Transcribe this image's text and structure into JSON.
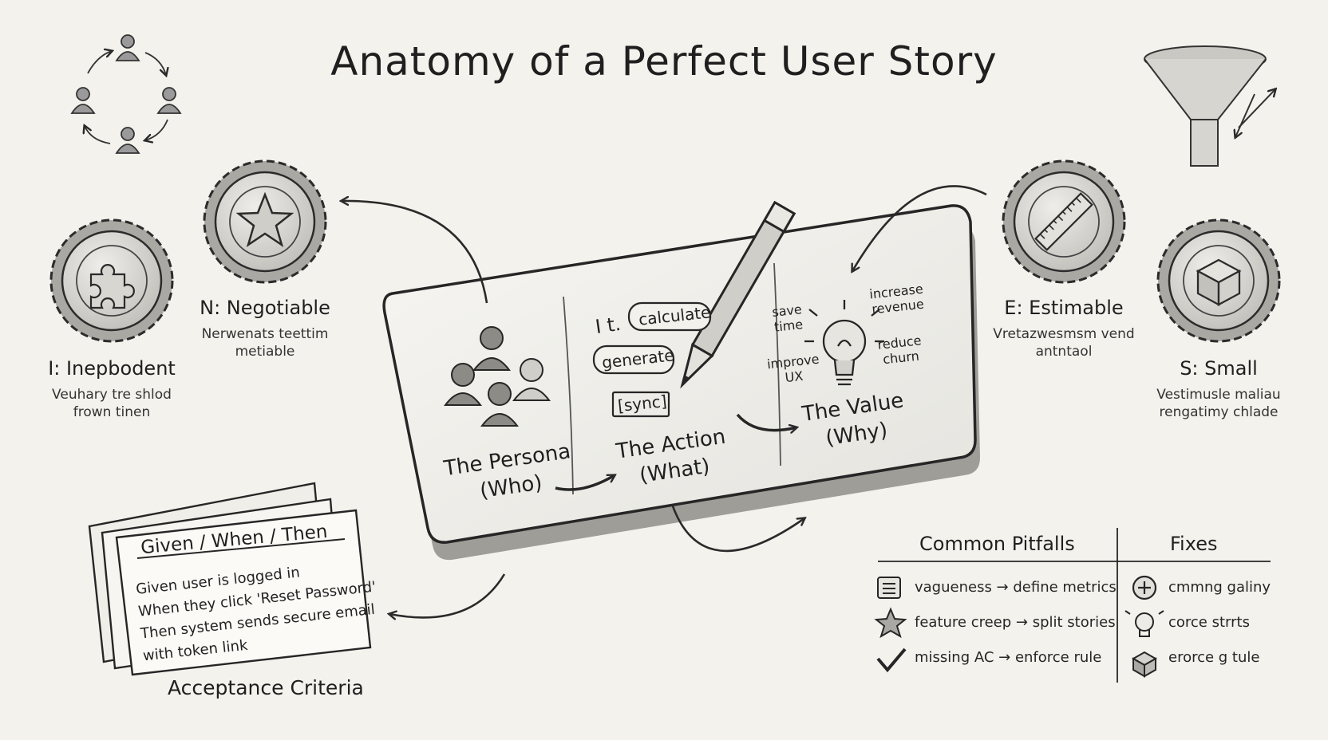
{
  "title": "Anatomy of a Perfect User Story",
  "invest": {
    "independent": {
      "title": "I: Inepbodent",
      "desc_1": "Veuhary tre shlod",
      "desc_2": "frown tinen"
    },
    "negotiable": {
      "title": "N: Negotiable",
      "desc_1": "Nerwenats teettim",
      "desc_2": "metiable"
    },
    "estimable": {
      "title": "E: Estimable",
      "desc_1": "Vretazwesmsm vend",
      "desc_2": "antntaol"
    },
    "small": {
      "title": "S: Small",
      "desc_1": "Vestimusle maliau",
      "desc_2": "rengatimy chlade"
    }
  },
  "card": {
    "persona": {
      "line_1": "The Persona",
      "line_2": "(Who)"
    },
    "action": {
      "line_1": "The Action",
      "line_2": "(What)",
      "prefix": "I t.",
      "chips": [
        "calculate",
        "generate",
        "[sync]"
      ]
    },
    "value": {
      "line_1": "The Value",
      "line_2": "(Why)",
      "chips": {
        "save_1": "save",
        "save_2": "time",
        "rev_1": "increase",
        "rev_2": "revenue",
        "ux_1": "improve",
        "ux_2": "UX",
        "churn_1": "reduce",
        "churn_2": "churn"
      }
    }
  },
  "acceptance": {
    "header": "Given  /  When  /  Then",
    "lines": [
      "Given user is logged in",
      "When they click 'Reset Password'",
      "Then system sends secure email",
      "with token link"
    ],
    "caption": "Acceptance Criteria"
  },
  "pitfalls": {
    "col_pitfalls": "Common Pitfalls",
    "col_fixes": "Fixes",
    "rows": [
      {
        "pitfall": "vagueness → define metrics",
        "fix": "cmmng galiny",
        "pitfall_icon": "list-icon",
        "fix_icon": "plus-circle-icon"
      },
      {
        "pitfall": "feature creep → split stories",
        "fix": "corce strrts",
        "pitfall_icon": "star-icon",
        "fix_icon": "lightbulb-icon"
      },
      {
        "pitfall": "missing AC → enforce rule",
        "fix": "erorce g tule",
        "pitfall_icon": "check-icon",
        "fix_icon": "box-icon"
      }
    ]
  },
  "colors": {
    "paper": "#f3f2ed",
    "ink": "#262626",
    "badge_fill": "#d9d8d3"
  }
}
